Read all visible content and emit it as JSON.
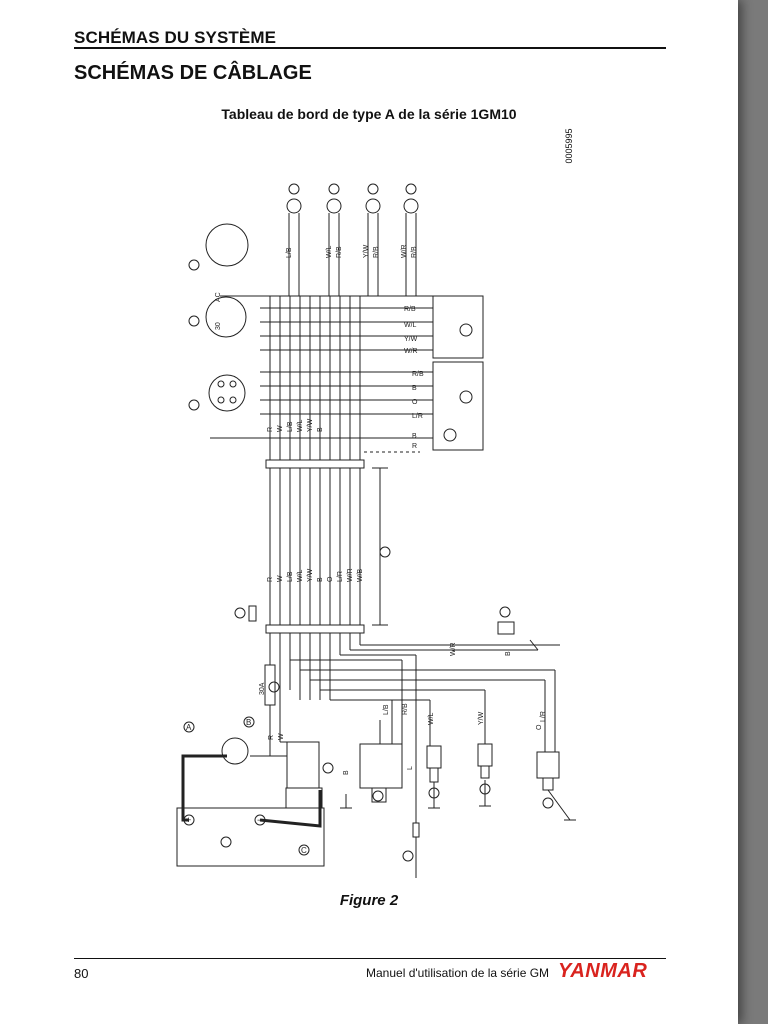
{
  "header": {
    "section_title": "SCHÉMAS DU SYSTÈME",
    "page_title": "SCHÉMAS DE CÂBLAGE"
  },
  "diagram": {
    "title": "Tableau de bord de type A de la série 1GM10",
    "figure_code": "0005995",
    "caption": "Figure 2",
    "harness_wire_colors": [
      "R",
      "W",
      "L/B",
      "W/L",
      "Y/W",
      "B",
      "O",
      "L/R",
      "W/R",
      "W/B"
    ],
    "panel_wire_colors": [
      "R",
      "W",
      "L/B",
      "W/L",
      "Y/W",
      "B"
    ],
    "gauge_wire_pairs": [
      "L/B",
      "W/L",
      "R/B",
      "Y/W",
      "R/B",
      "W/R",
      "R/B"
    ],
    "alarm_lamp_labels": [
      "R/B",
      "W/L",
      "Y/W",
      "W/R"
    ],
    "lower_lamp_labels": [
      "R/B",
      "B",
      "O",
      "L/R",
      "B",
      "R"
    ],
    "switch_labels": [
      "AC",
      "30"
    ],
    "fuse_labels": [
      "30A"
    ],
    "component_wire_labels": [
      "R",
      "W",
      "B",
      "L/B",
      "R/B",
      "W/L",
      "Y/W",
      "L/R",
      "O",
      "W/R",
      "B",
      "L"
    ],
    "component_refs": [
      "A",
      "B",
      "C"
    ],
    "battery_terminals": [
      "+",
      "−"
    ]
  },
  "footer": {
    "page_number": "80",
    "manual_title": "Manuel d'utilisation de la série GM",
    "brand": "YANMAR"
  },
  "colors": {
    "brand_red": "#d9231e",
    "ink": "#222222",
    "page_bg": "#ffffff",
    "backdrop": "#7a7a7a"
  }
}
